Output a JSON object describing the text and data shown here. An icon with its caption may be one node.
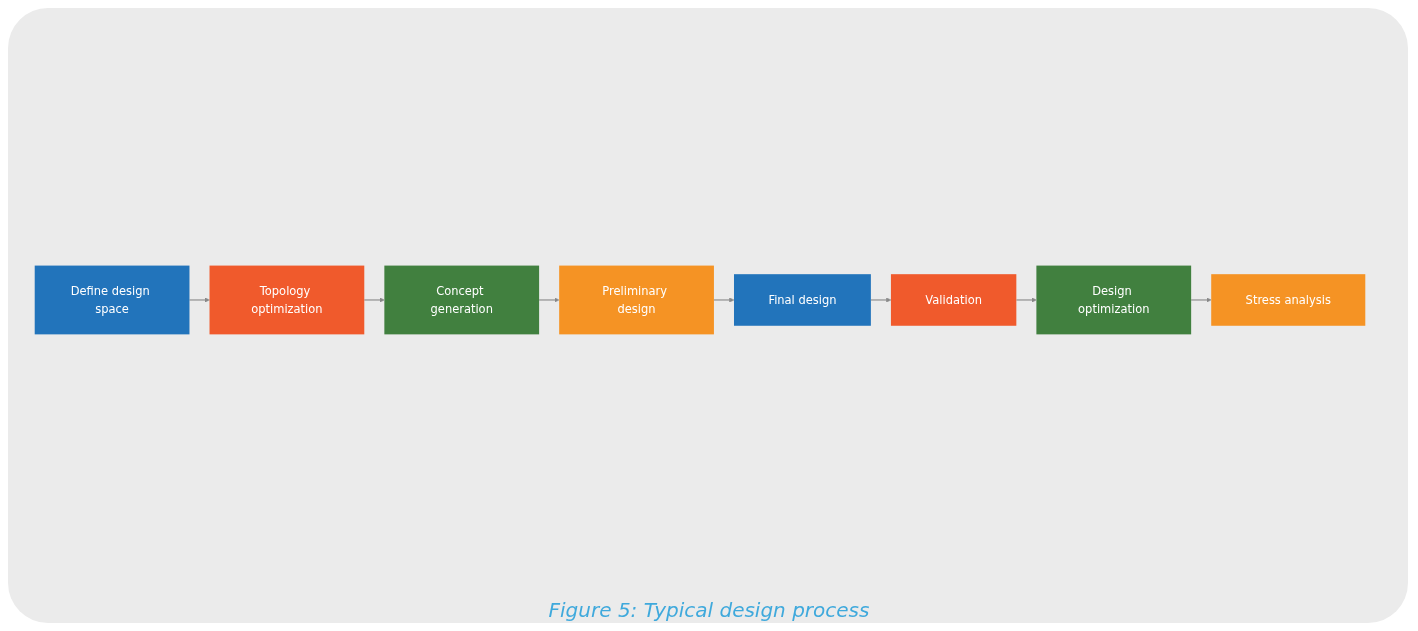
{
  "diagram": {
    "caption": "Figure 5: Typical design process",
    "nodes": [
      {
        "text": [
          "Define design space"
        ]
      },
      {
        "text": [
          "Topology optimization"
        ]
      },
      {
        "text": [
          "Concept generation"
        ]
      },
      {
        "text": [
          "Preliminary design"
        ]
      },
      {
        "text": [
          "Stress analysis"
        ]
      },
      {
        "text": [
          "Design optimization"
        ]
      },
      {
        "text": [
          "Validation"
        ]
      },
      {
        "text": [
          "Final design"
        ]
      }
    ],
    "edges": [
      {
        "from": 0,
        "to": 1,
        "arrow": "to"
      },
      {
        "from": 1,
        "to": 2,
        "arrow": "to"
      },
      {
        "from": 2,
        "to": 3,
        "arrow": "to"
      },
      {
        "from": 3,
        "to": 7,
        "arrow": "to"
      },
      {
        "from": 7,
        "to": 6,
        "arrow": "to"
      },
      {
        "from": 6,
        "to": 5,
        "arrow": "to"
      },
      {
        "from": 5,
        "to": 4,
        "arrow": "to"
      }
    ]
  }
}
